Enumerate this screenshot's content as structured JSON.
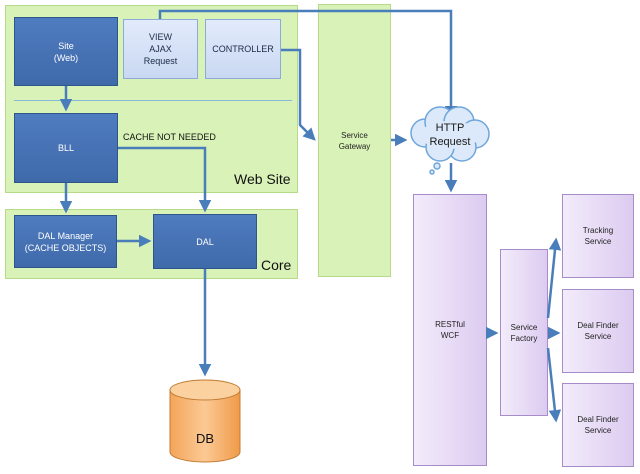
{
  "panels": {
    "web_site": "Web Site",
    "core": "Core"
  },
  "nodes": {
    "site": "Site\n(Web)",
    "view_ajax": "VIEW\nAJAX\nRequest",
    "controller": "CONTROLLER",
    "bll": "BLL",
    "dal_manager": "DAL Manager\n(CACHE OBJECTS)",
    "dal": "DAL",
    "db": "DB",
    "service_gateway": "Service\nGateway",
    "http_request": "HTTP\nRequest",
    "restful_wcf": "RESTful\nWCF",
    "service_factory": "Service\nFactory",
    "tracking_service": "Tracking\nService",
    "deal_finder_1": "Deal Finder\nService",
    "deal_finder_2": "Deal Finder\nService"
  },
  "notes": {
    "cache_not_needed": "CACHE NOT NEEDED"
  },
  "colors": {
    "arrow": "#4a7ebb",
    "panel_green": "#d9f2b8",
    "box_blue": "#4f7cc0",
    "box_light": "#dbe5f8",
    "box_purple": "#e7dcf5",
    "cloud": "#dbe9fb",
    "db": "#f6b26b"
  }
}
